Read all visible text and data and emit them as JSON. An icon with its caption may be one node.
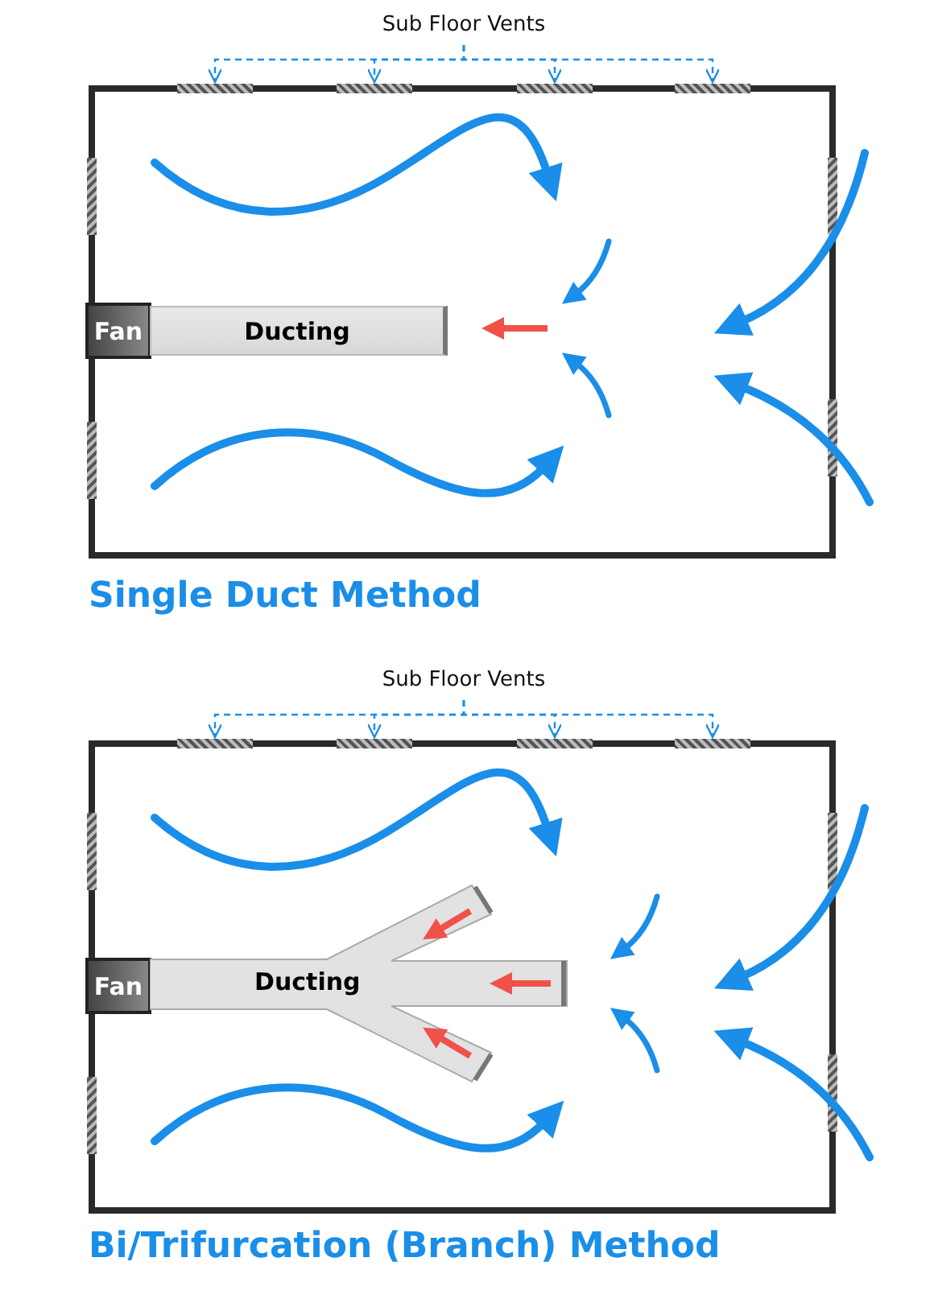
{
  "diagram": {
    "nodes": [
      {
        "text": [
          "Sub Floor Vents"
        ]
      },
      {
        "text": [],
        "shape": "bar"
      },
      {
        "text": [],
        "shape": "bar"
      },
      {
        "text": [],
        "shape": "bar"
      },
      {
        "text": [],
        "shape": "bar"
      },
      {
        "text": [
          "Fan"
        ]
      },
      {
        "text": [
          "Ducting"
        ]
      },
      {
        "text": [
          "Sub Floor Vents"
        ]
      },
      {
        "text": [],
        "shape": "bar"
      },
      {
        "text": [],
        "shape": "bar"
      },
      {
        "text": [],
        "shape": "bar"
      },
      {
        "text": [],
        "shape": "bar"
      },
      {
        "text": [
          "Fan"
        ]
      },
      {
        "text": [
          "Ducting"
        ]
      }
    ],
    "edges": [
      {
        "from": 0,
        "to": 1,
        "arrow": "to",
        "style": "dashed"
      },
      {
        "from": 0,
        "to": 2,
        "arrow": "to",
        "style": "dashed"
      },
      {
        "from": 0,
        "to": 3,
        "arrow": "to",
        "style": "dashed"
      },
      {
        "from": 0,
        "to": 4,
        "arrow": "to",
        "style": "dashed"
      },
      {
        "from": 7,
        "to": 8,
        "arrow": "to",
        "style": "dashed"
      },
      {
        "from": 7,
        "to": 9,
        "arrow": "to",
        "style": "dashed"
      },
      {
        "from": 7,
        "to": 10,
        "arrow": "to",
        "style": "dashed"
      },
      {
        "from": 7,
        "to": 11,
        "arrow": "to",
        "style": "dashed"
      }
    ],
    "labels": [
      "Single Duct Method",
      "Bi/Trifurcation (Branch) Method"
    ]
  }
}
